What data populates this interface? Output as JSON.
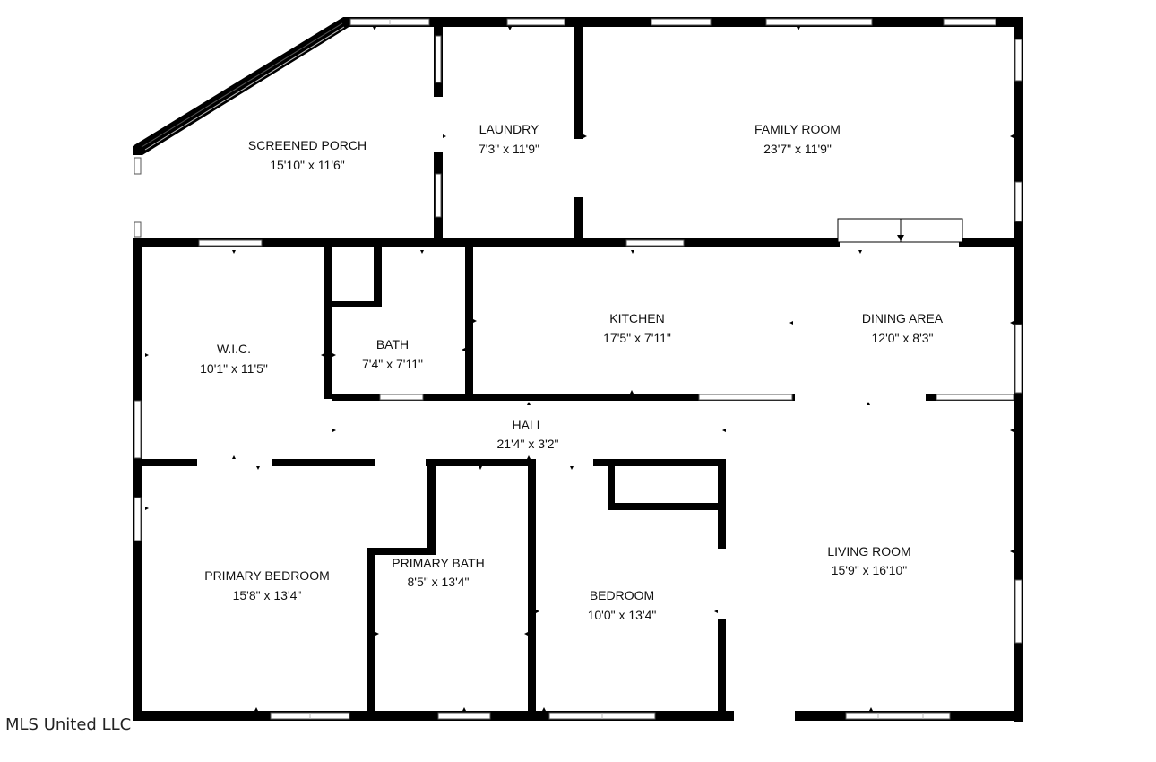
{
  "watermark": "MLS United LLC",
  "rooms": [
    {
      "id": "screened-porch",
      "name": "SCREENED PORCH",
      "dims": "15'10\" x 11'6\""
    },
    {
      "id": "laundry",
      "name": "LAUNDRY",
      "dims": "7'3\" x 11'9\""
    },
    {
      "id": "family-room",
      "name": "FAMILY ROOM",
      "dims": "23'7\" x 11'9\""
    },
    {
      "id": "wic",
      "name": "W.I.C.",
      "dims": "10'1\" x 11'5\""
    },
    {
      "id": "bath",
      "name": "BATH",
      "dims": "7'4\" x 7'11\""
    },
    {
      "id": "kitchen",
      "name": "KITCHEN",
      "dims": "17'5\" x 7'11\""
    },
    {
      "id": "dining-area",
      "name": "DINING AREA",
      "dims": "12'0\" x 8'3\""
    },
    {
      "id": "hall",
      "name": "HALL",
      "dims": "21'4\" x 3'2\""
    },
    {
      "id": "primary-bedroom",
      "name": "PRIMARY BEDROOM",
      "dims": "15'8\" x 13'4\""
    },
    {
      "id": "primary-bath",
      "name": "PRIMARY BATH",
      "dims": "8'5\" x 13'4\""
    },
    {
      "id": "bedroom",
      "name": "BEDROOM",
      "dims": "10'0\" x 13'4\""
    },
    {
      "id": "living-room",
      "name": "LIVING ROOM",
      "dims": "15'9\" x 16'10\""
    }
  ]
}
